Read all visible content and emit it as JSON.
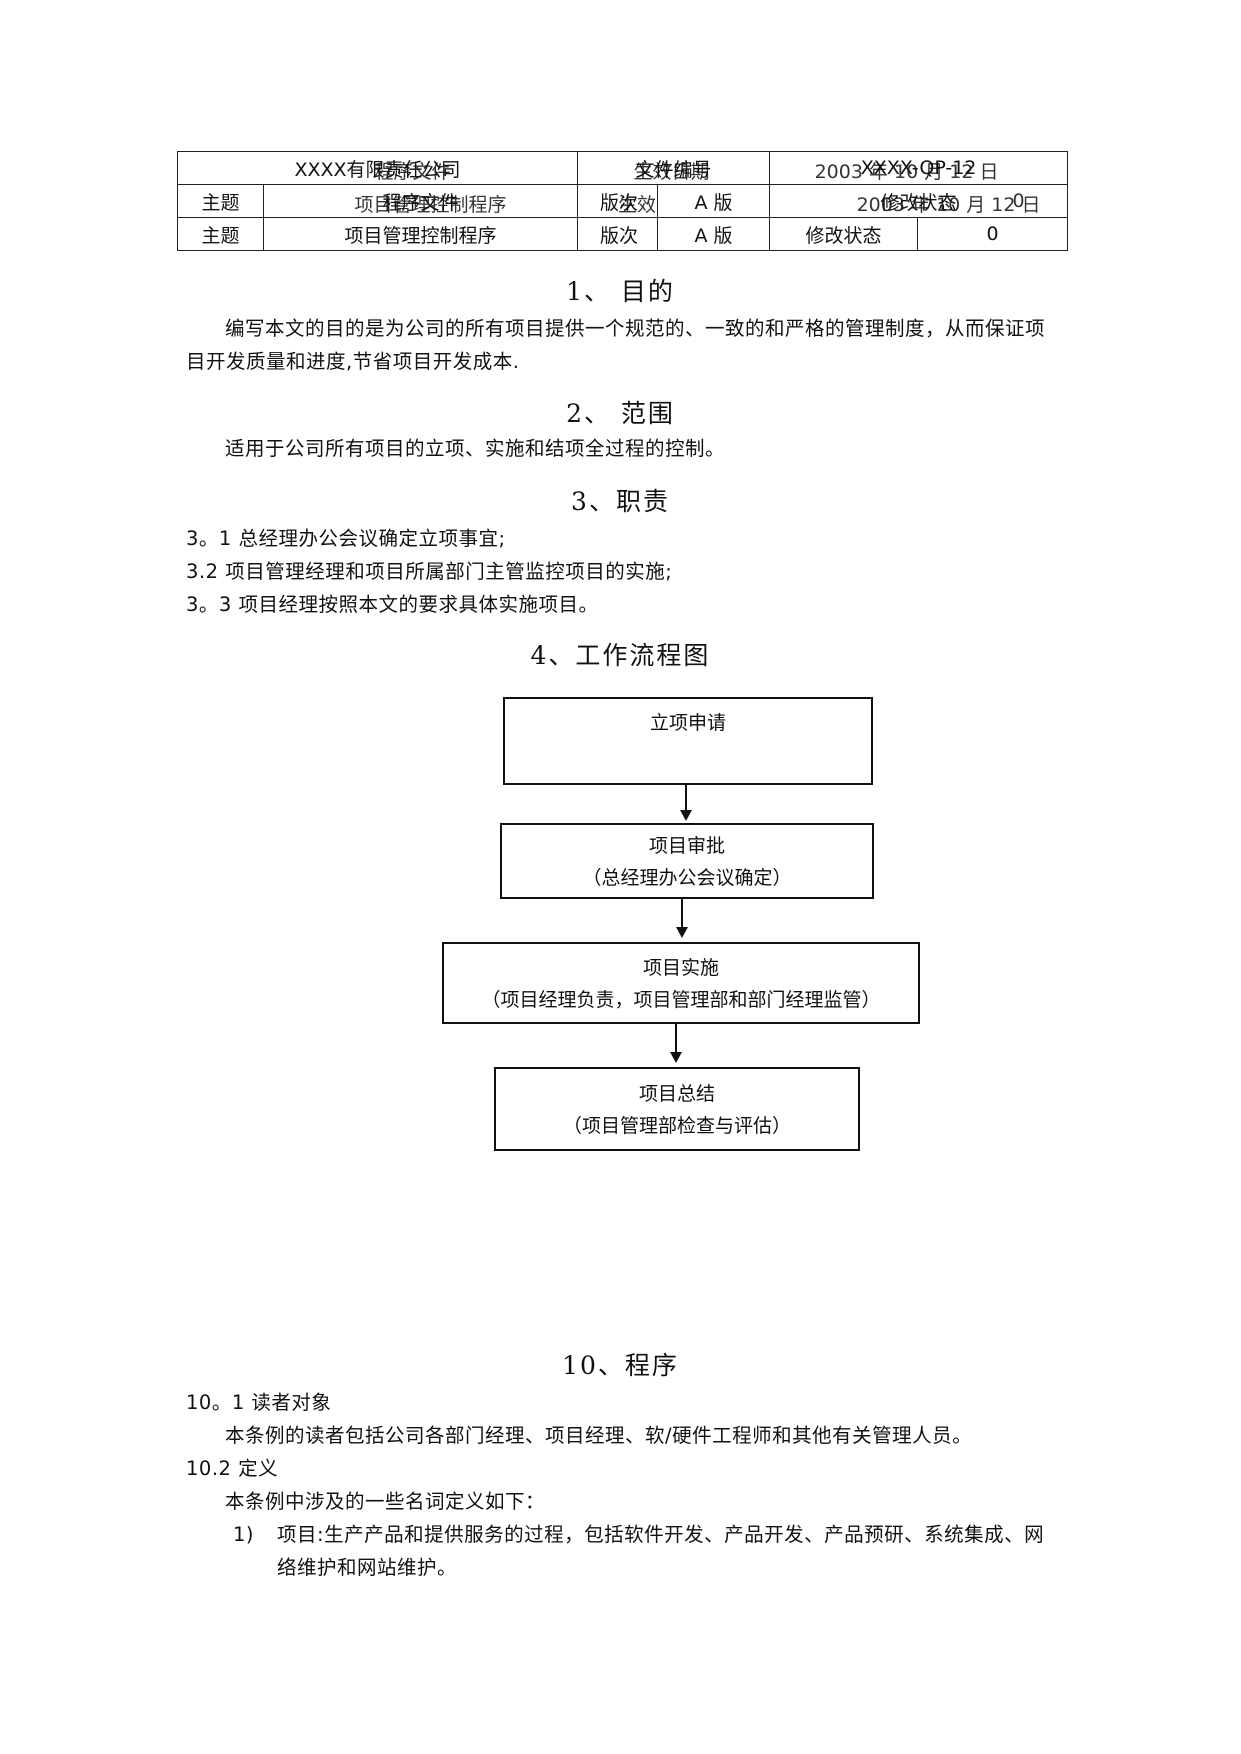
{
  "header": {
    "row1": {
      "company": "XXXX有限责任公司",
      "company_overlay": "程序文件",
      "doc_no_label": "文件编号",
      "doc_no_label_overlay": "生效日期",
      "doc_no": "XXXX-QP-12",
      "doc_no_overlay": "2003 年 10 月 12 日"
    },
    "row2": {
      "subject_label": "主题",
      "subject": "程序文件",
      "subject_overlay": "项目管理控制程序",
      "version_label": "版次",
      "version_label_overlay": "生效日期",
      "version": "A 版",
      "revision_label": "修改状态",
      "revision": "2003 年 10 月 12 日",
      "revision_overlay": "0"
    },
    "row3": {
      "subject_label": "主题",
      "subject": "项目管理控制程序",
      "version_label": "版次",
      "version": "A 版",
      "revision_label": "修改状态",
      "revision": "0"
    }
  },
  "sections": {
    "purpose": {
      "heading": "1、 目的",
      "text": "编写本文的目的是为公司的所有项目提供一个规范的、一致的和严格的管理制度，从而保证项目开发质量和进度,节省项目开发成本."
    },
    "scope": {
      "heading": "2、 范围",
      "text": "适用于公司所有项目的立项、实施和结项全过程的控制。"
    },
    "duties": {
      "heading": "3、职责",
      "items": [
        "3。1 总经理办公会议确定立项事宜;",
        "3.2 项目管理经理和项目所属部门主管监控项目的实施;",
        "3。3 项目经理按照本文的要求具体实施项目。"
      ]
    },
    "flow": {
      "heading": "4、工作流程图",
      "steps": [
        {
          "title": "立项申请",
          "note": ""
        },
        {
          "title": "项目审批",
          "note": "（总经理办公会议确定）"
        },
        {
          "title": "项目实施",
          "note": "（项目经理负责，项目管理部和部门经理监管）"
        },
        {
          "title": "项目总结",
          "note": "（项目管理部检查与评估）"
        }
      ]
    },
    "procedure": {
      "heading": "10、程序",
      "readers_title": "10。1 读者对象",
      "readers_text": "本条例的读者包括公司各部门经理、项目经理、软/硬件工程师和其他有关管理人员。",
      "defs_title": "10.2 定义",
      "defs_intro": "本条例中涉及的一些名词定义如下：",
      "def1_num": "1)",
      "def1_text": "项目:生产产品和提供服务的过程，包括软件开发、产品开发、产品预研、系统集成、网络维护和网站维护。"
    }
  }
}
